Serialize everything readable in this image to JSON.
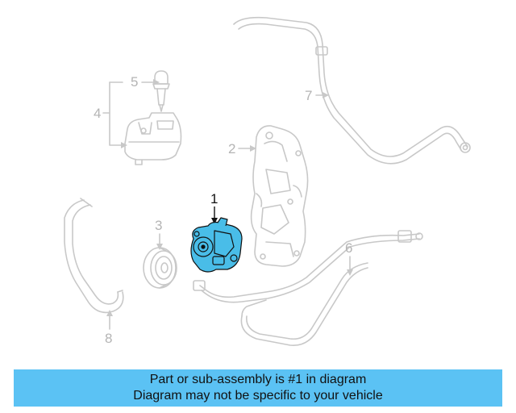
{
  "callouts": {
    "c1": "1",
    "c2": "2",
    "c3": "3",
    "c4": "4",
    "c5": "5",
    "c6": "6",
    "c7": "7",
    "c8": "8"
  },
  "banner": {
    "line1": "Part or sub-assembly is #1 in diagram",
    "line2": "Diagram may not be specific to your vehicle"
  },
  "colors": {
    "highlight_part": "#49bde8",
    "banner": "#5bc2f4",
    "line_art": "#c8c8c8",
    "active_label": "#111111",
    "inactive_label": "#b4b4b4"
  }
}
